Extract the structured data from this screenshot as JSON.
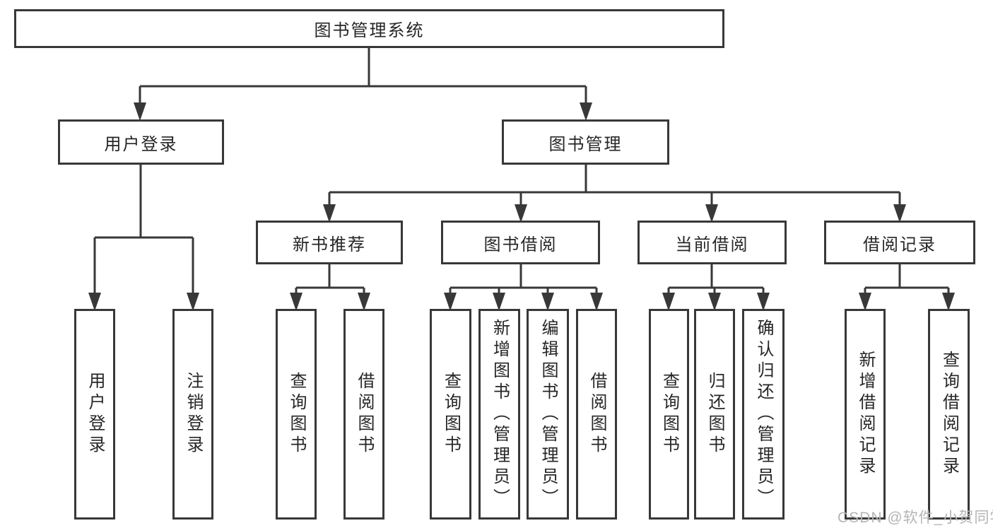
{
  "tree": {
    "label": "图书管理系统",
    "children": [
      {
        "label": "用户登录",
        "children": [
          {
            "label": "用户登录"
          },
          {
            "label": "注销登录"
          }
        ]
      },
      {
        "label": "图书管理",
        "children": [
          {
            "label": "新书推荐",
            "children": [
              {
                "label": "查询图书"
              },
              {
                "label": "借阅图书"
              }
            ]
          },
          {
            "label": "图书借阅",
            "children": [
              {
                "label": "查询图书"
              },
              {
                "label": "新增图书（管理员）"
              },
              {
                "label": "编辑图书（管理员）"
              },
              {
                "label": "借阅图书"
              }
            ]
          },
          {
            "label": "当前借阅",
            "children": [
              {
                "label": "查询图书"
              },
              {
                "label": "归还图书"
              },
              {
                "label": "确认归还（管理员）"
              }
            ]
          },
          {
            "label": "借阅记录",
            "children": [
              {
                "label": "新增借阅记录"
              },
              {
                "label": "查询借阅记录"
              }
            ]
          }
        ]
      }
    ]
  },
  "watermark": {
    "text": "CSDN @软件_小贺同学"
  },
  "colors": {
    "line": "#383838",
    "node_border": "#383838",
    "node_text": "#262626",
    "node_fill": "#ffffff",
    "watermark_text": "#b5b5b5",
    "background": "#ffffff"
  }
}
